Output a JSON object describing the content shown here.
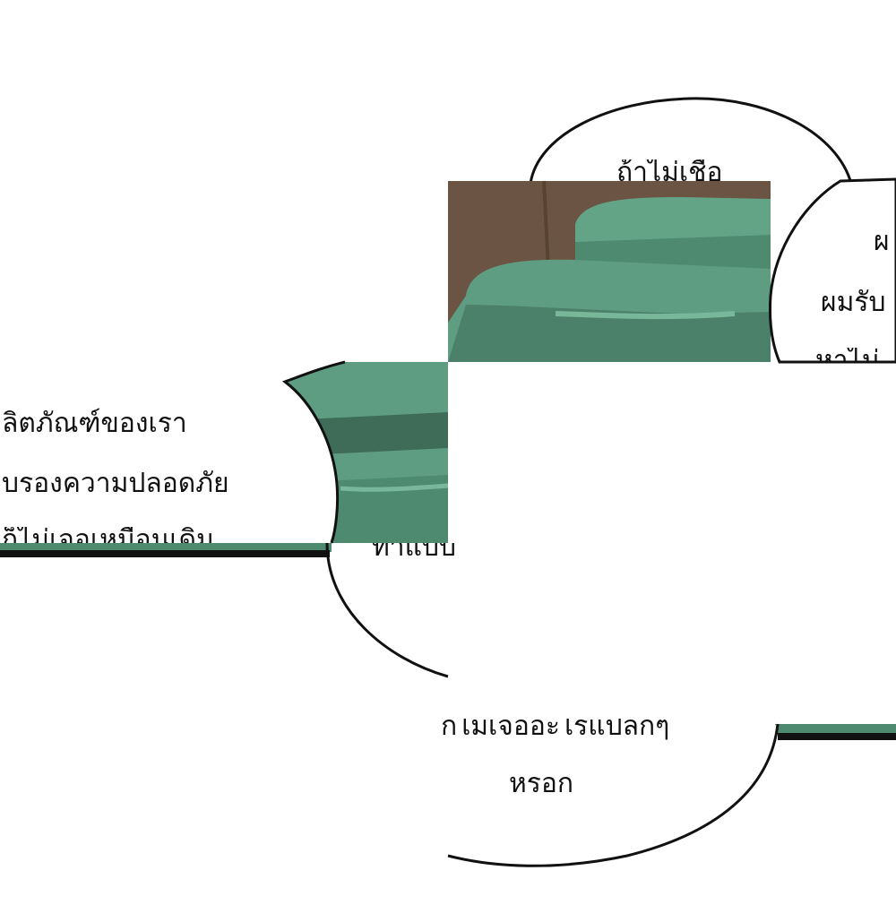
{
  "colors": {
    "background": "#ffffff",
    "brown": "#6b5443",
    "green_light": "#63a487",
    "green_mid": "#4e8a70",
    "green_dark": "#3e6c58",
    "bubble_outline": "#111111",
    "text": "#111111"
  },
  "bubbles": {
    "top_right": {
      "lines": [
        "ถ้าไม่เชื่อ"
      ]
    },
    "right": {
      "lines": [
        "ผ",
        "ผมรับ",
        "หาไม่"
      ]
    },
    "left": {
      "lines": [
        "ลิตภัณฑ์ของเรา",
        "บรองความปลอดภัย",
        "ก็ไม่เจอเหมือนเดิม"
      ]
    },
    "center": {
      "lines": [
        "ทำแบบ"
      ]
    },
    "bottom": {
      "lines": [
        "ก็ไม่เจออะไรแปลกๆ",
        "หรอก"
      ]
    }
  }
}
